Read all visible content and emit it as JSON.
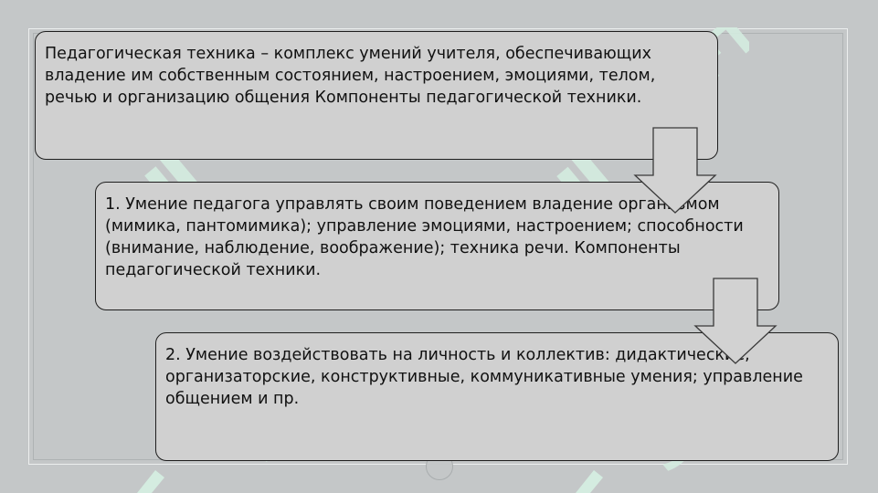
{
  "diagram": {
    "steps": [
      {
        "text": "Педагогическая техника – комплекс умений учителя, обеспечивающих владение им собственным состоянием, настроением, эмоциями, телом, речью и организацию общения Компоненты педагогической техники."
      },
      {
        "text": "1. Умение педагога управлять своим поведением владение организмом (мимика, пантомимика); управление эмоциями, настроением; способности (внимание, наблюдение, воображение); техника речи. Компоненты педагогической техники."
      },
      {
        "text": "2. Умение воздействовать на личность и коллектив: дидактические, организаторские, конструктивные, коммуникативные умения; управление общением и пр."
      }
    ],
    "watermark": "SOFT"
  },
  "colors": {
    "background": "#c4c7c8",
    "box_fill": "#d0d0d0",
    "box_border": "#1e1e1e",
    "watermark": "#d4ece0"
  }
}
